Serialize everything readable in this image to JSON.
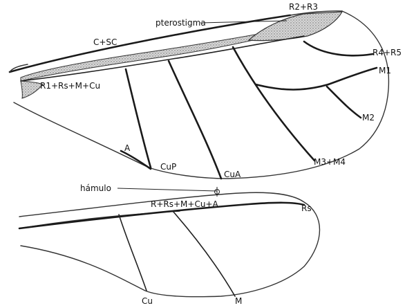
{
  "labels": {
    "pterostigma": "pterostigma",
    "r2_r3": "R2+R3",
    "c_sc": "C+SC",
    "r4_r5": "R4+R5",
    "m1": "M1",
    "r1_rs_m_cu": "R1+Rs+M+Cu",
    "m2": "M2",
    "a": "A",
    "cup": "CuP",
    "cua": "CuA",
    "m3_m4": "M3+M4",
    "hamulo": "hámulo",
    "r_rs_m_cu_a": "R+Rs+M+Cu+A",
    "rs": "Rs",
    "cu": "Cu",
    "m": "M"
  }
}
